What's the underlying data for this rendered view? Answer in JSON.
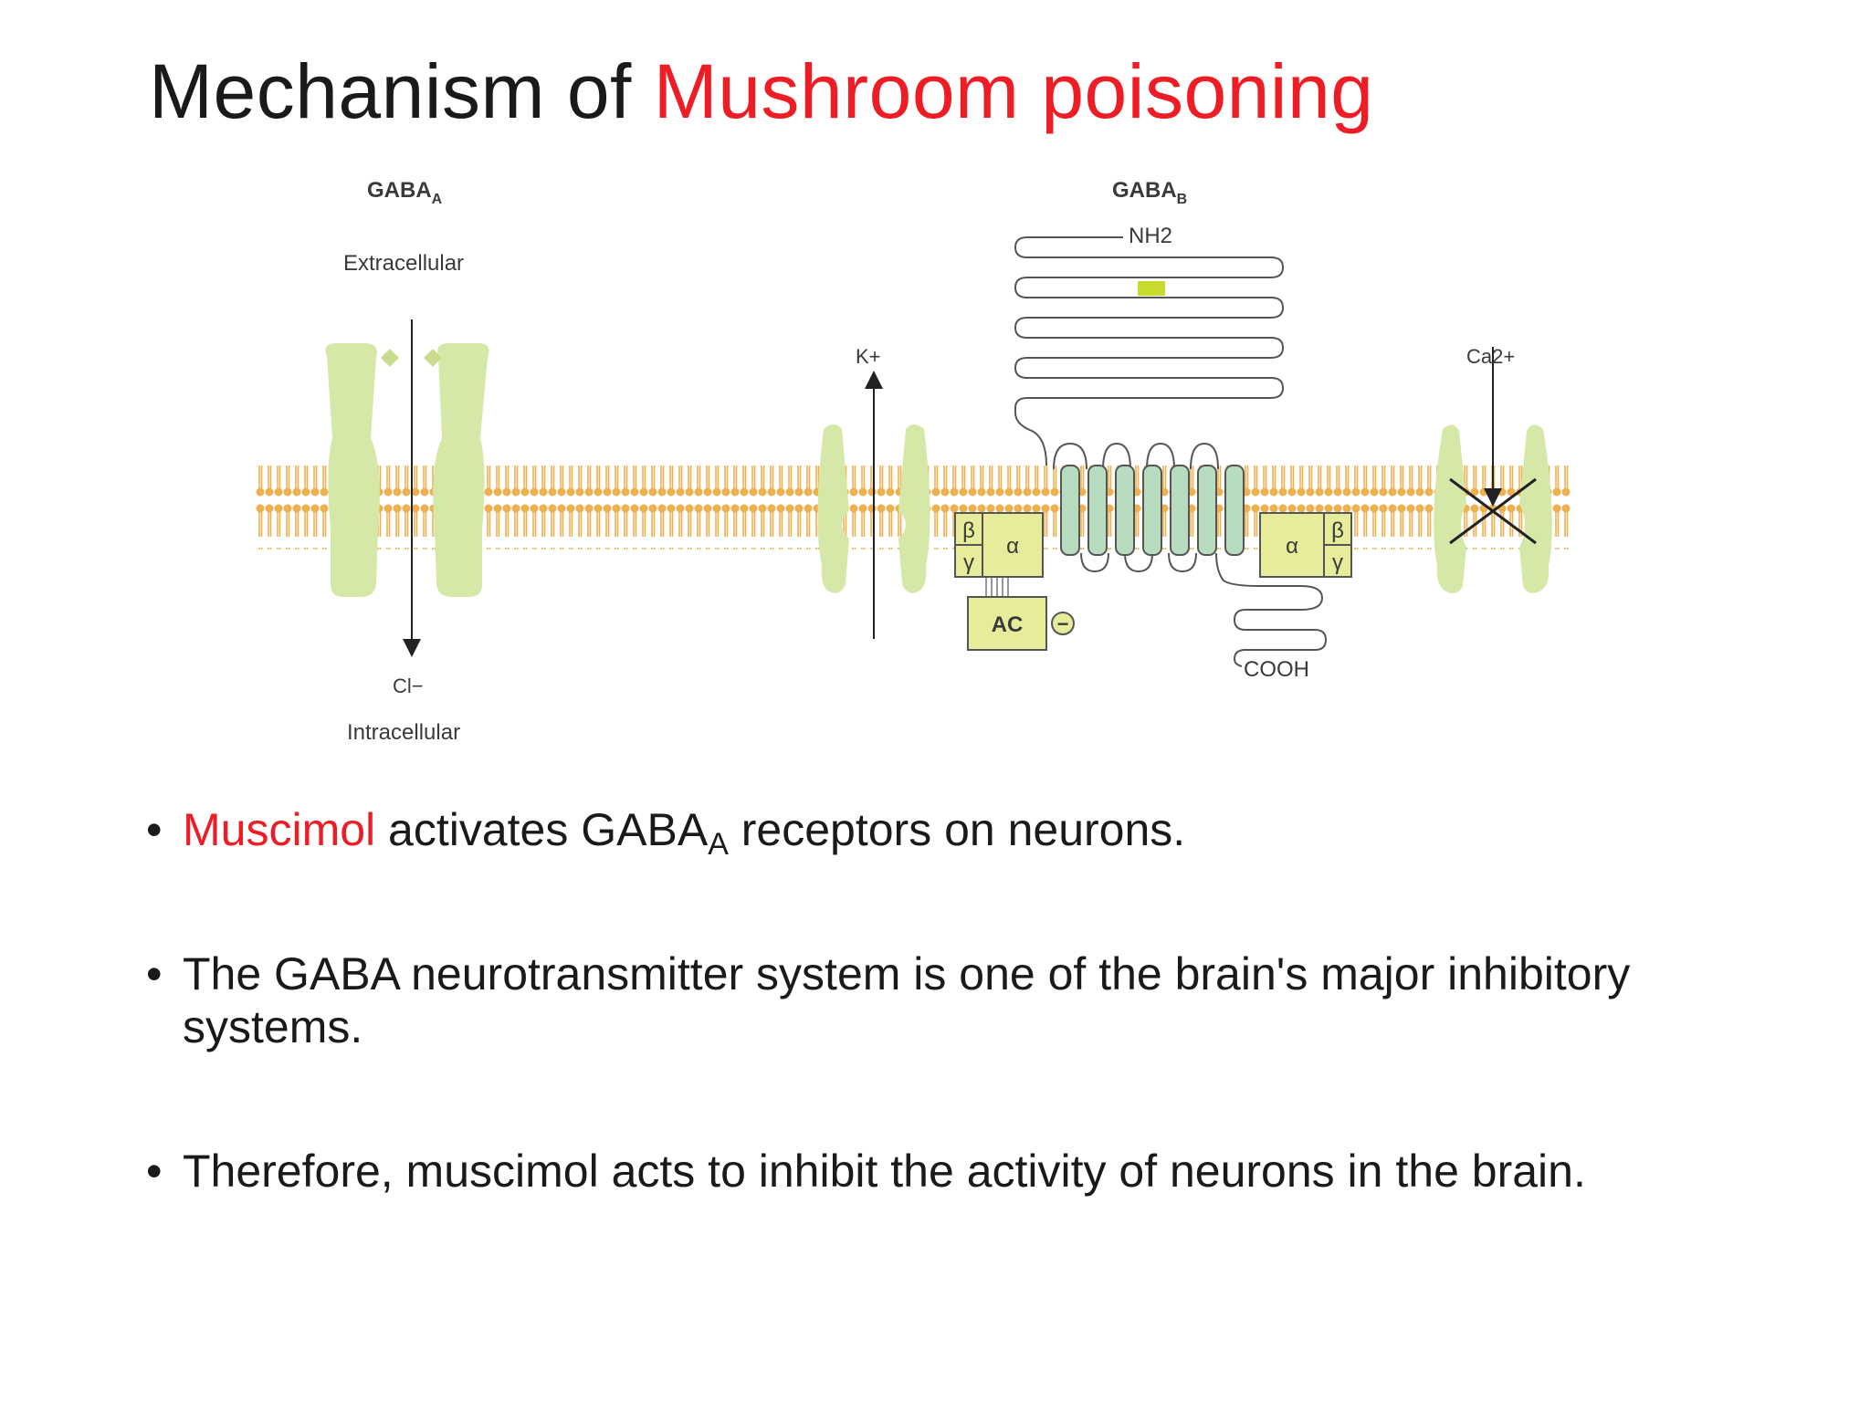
{
  "slide": {
    "title_prefix": "Mechanism  of ",
    "title_highlight": "Mushroom poisoning"
  },
  "diagram": {
    "gaba_a_label": "GABA",
    "gaba_a_sub": "A",
    "gaba_b_label": "GABA",
    "gaba_b_sub": "B",
    "extracellular": "Extracellular",
    "intracellular": "Intracellular",
    "chloride": "Cl−",
    "potassium": "K+",
    "calcium": "Ca2+",
    "nh2": "NH2",
    "cooh": "COOH",
    "ac": "AC",
    "minus": "−",
    "g_protein_left": {
      "beta": "β",
      "gamma": "γ",
      "alpha": "α"
    },
    "g_protein_right": {
      "beta": "β",
      "gamma": "γ",
      "alpha": "α"
    }
  },
  "bullets": [
    {
      "highlight": "Muscimol",
      "text_before_sub": " activates GABA",
      "sub": "A",
      "text_after_sub": " receptors on neurons."
    },
    {
      "text": "The GABA neurotransmitter system is one of the brain's major inhibitory systems."
    },
    {
      "text": "Therefore, muscimol acts to inhibit the activity of neurons in the brain."
    }
  ],
  "colors": {
    "highlight": "#ee1c25",
    "membrane": "#f0b050",
    "channel": "#d6e8a8",
    "gprotein": "#e6ec9a",
    "helix": "#b8dcc0"
  }
}
